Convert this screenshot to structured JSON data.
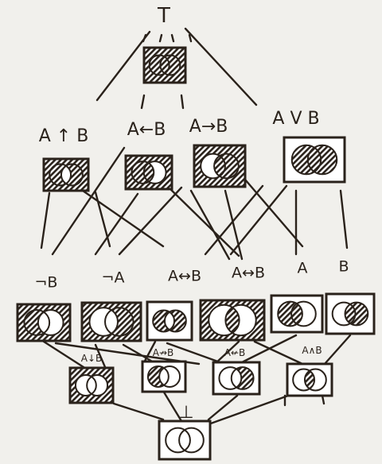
{
  "colors": {
    "paper": "#f1f0ec",
    "ink": "#2a221b"
  },
  "labels": {
    "top": "T",
    "a_nand_b": "A ↑ B",
    "b_implies_a": "A←B",
    "a_implies_b": "A→B",
    "a_or_b": "A V B",
    "not_b": "¬B",
    "not_a": "¬A",
    "a_xor_b": "A↔B",
    "a_iff_b": "A↔B",
    "a": "A",
    "b": "B",
    "a_nor_b": "A↓B",
    "a_nimplies_b": "A↛B",
    "b_nimplies_a": "A↚B",
    "a_and_b": "A∧B",
    "bottom": "⊥"
  }
}
